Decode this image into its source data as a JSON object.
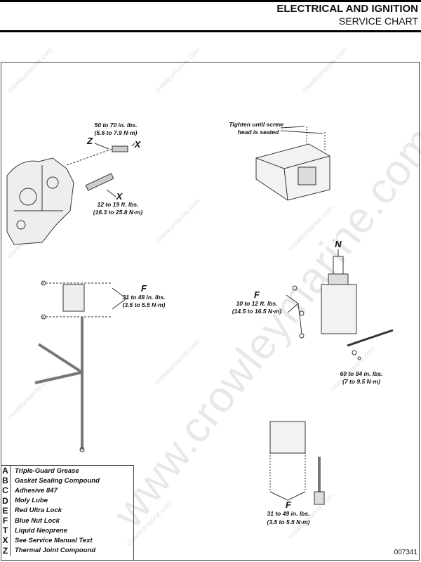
{
  "header": {
    "title": "ELECTRICAL AND IGNITION",
    "subtitle": "SERVICE CHART"
  },
  "watermark": {
    "large": "www.crowleymarine.com",
    "small": "crowleymarine.com"
  },
  "callouts": {
    "sensor_torque": {
      "line1": "50 to 70 in. lbs.",
      "line2": "(5.6 to 7.9 N·m)"
    },
    "sensor_z": "Z",
    "sensor_x": "X",
    "plug_x": "X",
    "plug_torque": {
      "line1": "12 to 19 ft. lbs.",
      "line2": "(16.3 to 25.8 N·m)"
    },
    "ecm_note": {
      "line1": "Tighten until screw",
      "line2": "head is seated"
    },
    "starter_n": "N",
    "solenoid_f": "F",
    "solenoid_torque": {
      "line1": "31 to 48 in. lbs.",
      "line2": "(3.5 to 5.5 N·m)"
    },
    "starter_f": "F",
    "starter_torque": {
      "line1": "10 to 12 ft. lbs.",
      "line2": "(14.5 to 16.5 N·m)"
    },
    "cable_torque": {
      "line1": "60 to 84 in. lbs.",
      "line2": "(7 to 9.5 N·m)"
    },
    "coil_f": "F",
    "coil_torque": {
      "line1": "31 to 49 in. lbs.",
      "line2": "(3.5 to 5.5 N·m)"
    }
  },
  "legend": [
    {
      "key": "A",
      "label": "Triple-Guard Grease"
    },
    {
      "key": "B",
      "label": "Gasket Sealing Compound"
    },
    {
      "key": "C",
      "label": "Adhesive 847"
    },
    {
      "key": "D",
      "label": "Moly Lube"
    },
    {
      "key": "E",
      "label": "Red Ultra Lock"
    },
    {
      "key": "F",
      "label": "Blue Nut Lock"
    },
    {
      "key": "T",
      "label": "Liquid Neoprene"
    },
    {
      "key": "X",
      "label": "See Service Manual Text"
    },
    {
      "key": "Z",
      "label": "Thermal Joint Compound"
    }
  ],
  "figure_number": "007341"
}
